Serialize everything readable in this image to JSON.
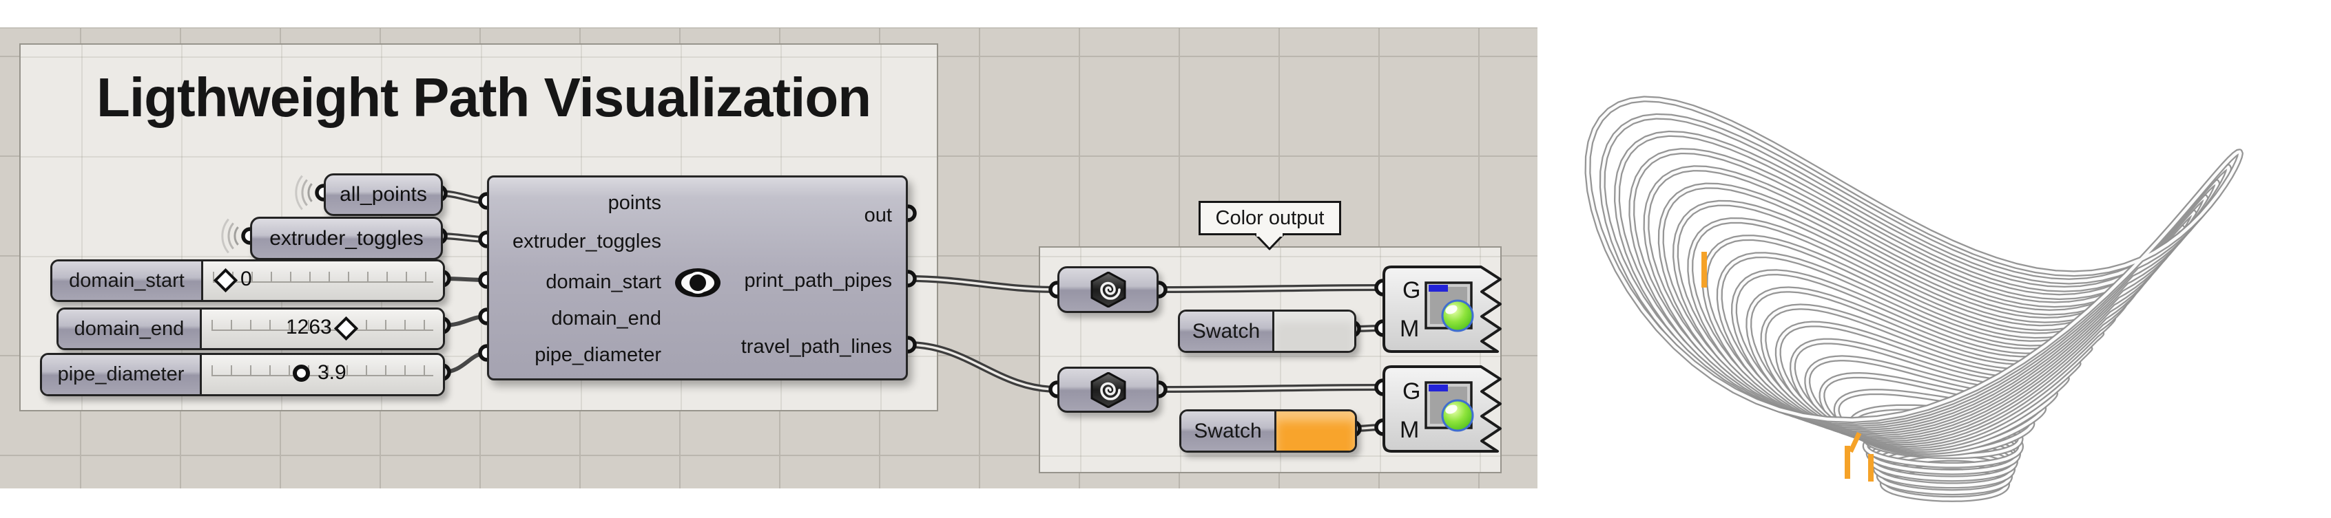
{
  "app": "Grasshopper canvas",
  "canvas": {
    "group_main": {
      "title": "Ligthweight Path Visualization",
      "receivers": [
        {
          "label": "all_points"
        },
        {
          "label": "extruder_toggles"
        }
      ],
      "sliders": [
        {
          "name": "domain_start",
          "value": "0",
          "grip": "diamond"
        },
        {
          "name": "domain_end",
          "value": "1263",
          "grip": "diamond"
        },
        {
          "name": "pipe_diameter",
          "value": "3.9",
          "grip": "circle"
        }
      ],
      "component": {
        "inputs": [
          "points",
          "extruder_toggles",
          "domain_start",
          "domain_end",
          "pipe_diameter"
        ],
        "outputs": [
          "out",
          "print_path_pipes",
          "travel_path_lines"
        ]
      }
    },
    "group_color": {
      "balloon": "Color output",
      "geometry_params": [
        {
          "icon": "hexagon-spiral-icon"
        },
        {
          "icon": "hexagon-spiral-icon"
        }
      ],
      "swatches": [
        {
          "label": "Swatch",
          "color": "#D8D7D4"
        },
        {
          "label": "Swatch",
          "color": "#F8A42C"
        }
      ],
      "previews": [
        {
          "inputs": [
            "G",
            "M"
          ],
          "icon": "viewport-preview-icon"
        },
        {
          "inputs": [
            "G",
            "M"
          ],
          "icon": "viewport-preview-icon"
        }
      ]
    }
  },
  "icons": {
    "receiver_signal": "wireless-arcs-icon",
    "component_preview": "eye-icon",
    "geometry": "hexagon-spiral-icon",
    "custom_preview": "viewport-preview-icon"
  },
  "colors": {
    "canvas_bg": "#D3CFC8",
    "group_bg": "#ECEAE6",
    "component_fill": "#AFAEBB",
    "wire": "#3D3D3D",
    "swatch_gray": "#D8D7D4",
    "swatch_orange": "#F8A42C",
    "travel_marker": "#F5A228"
  }
}
